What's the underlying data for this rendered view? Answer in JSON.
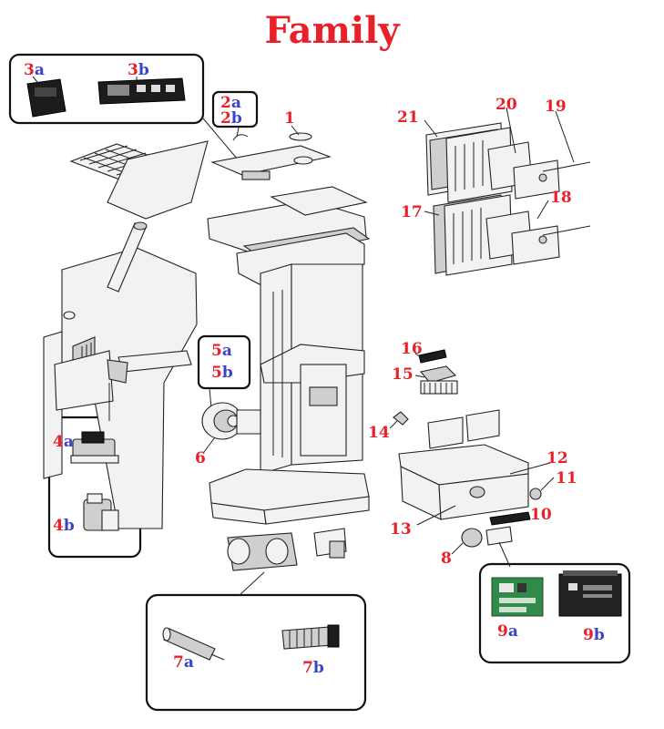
{
  "title": "Family",
  "colors": {
    "number": "#e8202a",
    "letter": "#3a44c8",
    "title": "#e8202a"
  },
  "labels": {
    "p1": {
      "num": "1",
      "let": ""
    },
    "p2a": {
      "num": "2",
      "let": "a"
    },
    "p2b": {
      "num": "2",
      "let": "b"
    },
    "p3a": {
      "num": "3",
      "let": "a"
    },
    "p3b": {
      "num": "3",
      "let": "b"
    },
    "p4a": {
      "num": "4",
      "let": "a"
    },
    "p4b": {
      "num": "4",
      "let": "b"
    },
    "p5a": {
      "num": "5",
      "let": "a"
    },
    "p5b": {
      "num": "5",
      "let": "b"
    },
    "p6": {
      "num": "6",
      "let": ""
    },
    "p7a": {
      "num": "7",
      "let": "a"
    },
    "p7b": {
      "num": "7",
      "let": "b"
    },
    "p8": {
      "num": "8",
      "let": ""
    },
    "p9a": {
      "num": "9",
      "let": "a"
    },
    "p9b": {
      "num": "9",
      "let": "b"
    },
    "p10": {
      "num": "10",
      "let": ""
    },
    "p11": {
      "num": "11",
      "let": ""
    },
    "p12": {
      "num": "12",
      "let": ""
    },
    "p13": {
      "num": "13",
      "let": ""
    },
    "p14": {
      "num": "14",
      "let": ""
    },
    "p15": {
      "num": "15",
      "let": ""
    },
    "p16": {
      "num": "16",
      "let": ""
    },
    "p17": {
      "num": "17",
      "let": ""
    },
    "p18": {
      "num": "18",
      "let": ""
    },
    "p19": {
      "num": "19",
      "let": ""
    },
    "p20": {
      "num": "20",
      "let": ""
    },
    "p21": {
      "num": "21",
      "let": ""
    }
  }
}
